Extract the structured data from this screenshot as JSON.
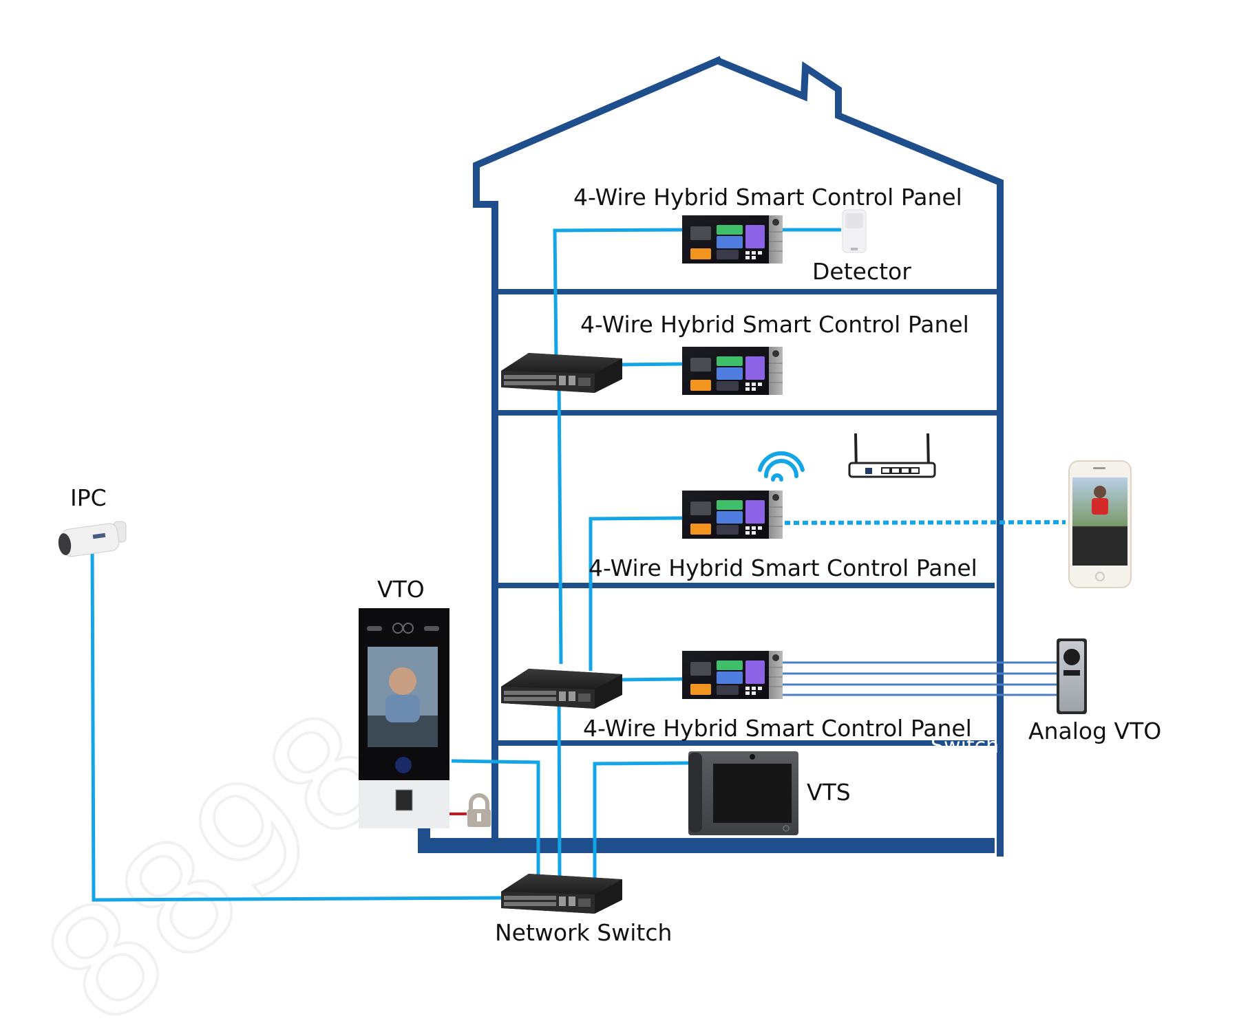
{
  "diagram": {
    "title": "4-Wire Hybrid Smart Control Panel system topology",
    "labels": {
      "panel_floor3": "4-Wire Hybrid Smart Control Panel",
      "panel_floor2": "4-Wire Hybrid Smart Control Panel",
      "panel_floor1": "4-Wire Hybrid Smart Control Panel",
      "panel_ground": "4-Wire Hybrid Smart Control Panel",
      "detector": "Detector",
      "ipc": "IPC",
      "vto": "VTO",
      "analog_vto": "Analog VTO",
      "vts": "VTS",
      "network_switch": "Network Switch",
      "ghost_switch_text": "Switch"
    },
    "devices": [
      {
        "id": "panel-3",
        "type": "4-Wire Hybrid Smart Control Panel",
        "floor": "top"
      },
      {
        "id": "panel-2",
        "type": "4-Wire Hybrid Smart Control Panel",
        "floor": "second"
      },
      {
        "id": "panel-1",
        "type": "4-Wire Hybrid Smart Control Panel",
        "floor": "first",
        "wireless": true
      },
      {
        "id": "panel-0",
        "type": "4-Wire Hybrid Smart Control Panel",
        "floor": "ground"
      },
      {
        "id": "detector",
        "type": "Detector"
      },
      {
        "id": "router",
        "type": "Wi-Fi Router"
      },
      {
        "id": "smartphone",
        "type": "Mobile App"
      },
      {
        "id": "analog-vto",
        "type": "Analog VTO"
      },
      {
        "id": "vts",
        "type": "VTS"
      },
      {
        "id": "vto",
        "type": "VTO"
      },
      {
        "id": "lock",
        "type": "Electric Lock"
      },
      {
        "id": "ipc",
        "type": "IPC"
      },
      {
        "id": "switch-upper",
        "type": "Network Switch"
      },
      {
        "id": "switch-lower",
        "type": "Network Switch"
      },
      {
        "id": "switch-main",
        "type": "Network Switch"
      }
    ],
    "connections": [
      {
        "from": "switch-main",
        "to": "ipc",
        "style": "ethernet"
      },
      {
        "from": "switch-main",
        "to": "vto",
        "style": "ethernet"
      },
      {
        "from": "switch-main",
        "to": "vts",
        "style": "ethernet"
      },
      {
        "from": "switch-main",
        "to": "switch-lower",
        "style": "ethernet"
      },
      {
        "from": "switch-lower",
        "to": "switch-upper",
        "style": "ethernet"
      },
      {
        "from": "switch-lower",
        "to": "panel-0",
        "style": "ethernet"
      },
      {
        "from": "switch-lower",
        "to": "panel-1",
        "style": "ethernet"
      },
      {
        "from": "switch-upper",
        "to": "panel-2",
        "style": "ethernet"
      },
      {
        "from": "switch-upper",
        "to": "panel-3",
        "style": "ethernet"
      },
      {
        "from": "panel-3",
        "to": "detector",
        "style": "wired"
      },
      {
        "from": "panel-1",
        "to": "smartphone",
        "style": "wireless"
      },
      {
        "from": "panel-0",
        "to": "analog-vto",
        "style": "4-wire"
      },
      {
        "from": "vto",
        "to": "lock",
        "style": "lock-wire"
      }
    ],
    "colors": {
      "house_outline": "#1f4e8c",
      "ethernet_wire": "#14a5e6",
      "analog_wire": "#4a7fc4",
      "lock_wire": "#d0121c",
      "text": "#111111"
    }
  }
}
